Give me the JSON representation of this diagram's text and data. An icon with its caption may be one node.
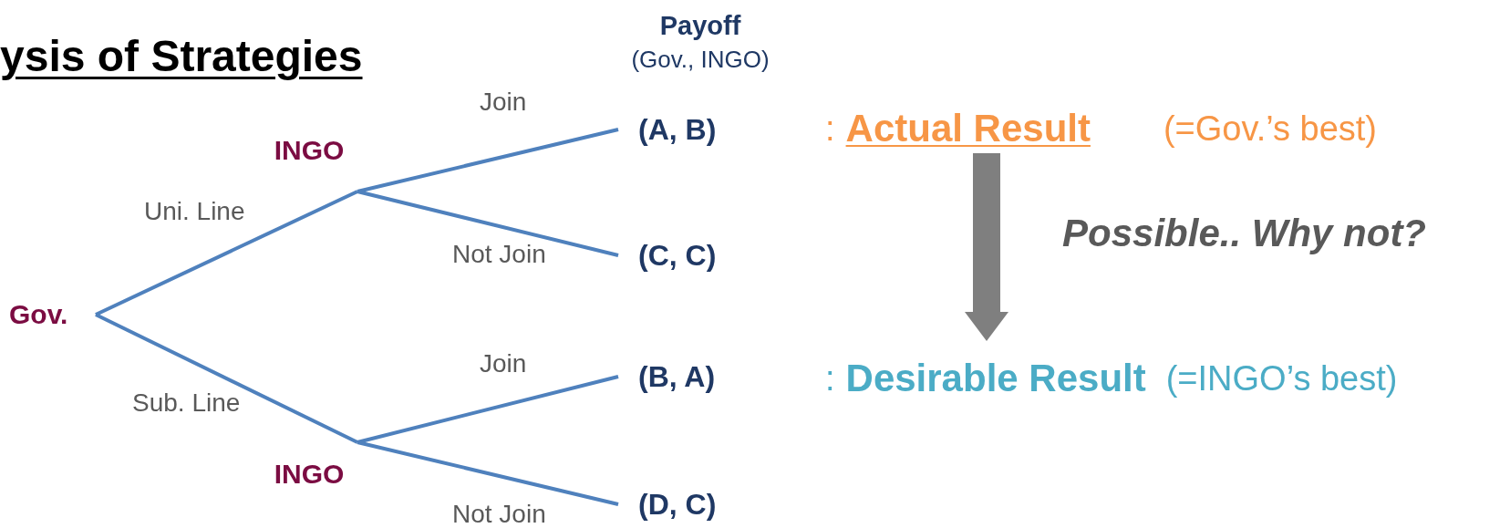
{
  "diagram": {
    "title": "ysis of Strategies",
    "nodes": [
      {
        "text": [
          "Gov."
        ]
      },
      {
        "text": [
          "INGO"
        ]
      },
      {
        "text": [
          "INGO"
        ]
      },
      {
        "text": [
          "(A, B)"
        ]
      },
      {
        "text": [
          "(C, C)"
        ]
      },
      {
        "text": [
          "(B, A)"
        ]
      },
      {
        "text": [
          "(D, C)"
        ]
      },
      {
        "text": [
          ":",
          "Actual Result",
          "(=Gov.’s best)"
        ]
      },
      {
        "text": [
          ":",
          "Desirable Result",
          "(=INGO’s best)"
        ]
      }
    ],
    "edges": [
      {
        "from": 0,
        "to": 1,
        "arrow": "none",
        "label": "Uni. Line"
      },
      {
        "from": 0,
        "to": 2,
        "arrow": "none",
        "label": "Sub. Line"
      },
      {
        "from": 1,
        "to": 3,
        "arrow": "none",
        "label": "Join"
      },
      {
        "from": 1,
        "to": 4,
        "arrow": "none",
        "label": "Not Join"
      },
      {
        "from": 2,
        "to": 5,
        "arrow": "none",
        "label": "Join"
      },
      {
        "from": 2,
        "to": 6,
        "arrow": "none",
        "label": "Not Join"
      },
      {
        "from": 7,
        "to": 8,
        "arrow": "to",
        "style": "thick",
        "color": "#7f7f7f",
        "label": "Possible.. Why not?"
      }
    ],
    "labels": [
      "Payoff",
      "(Gov., INGO)"
    ]
  }
}
